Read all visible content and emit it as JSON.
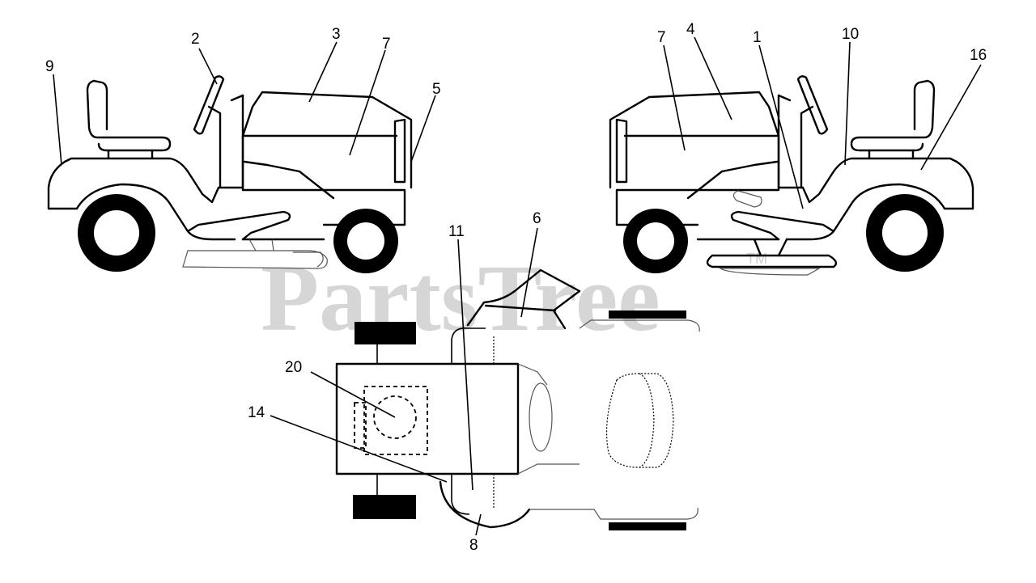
{
  "watermark": {
    "text": "PartsTree",
    "trademark": "TM"
  },
  "callouts": {
    "left": {
      "c9": "9",
      "c2": "2",
      "c3": "3",
      "c7": "7",
      "c5": "5"
    },
    "right": {
      "c7": "7",
      "c4": "4",
      "c1": "1",
      "c10": "10",
      "c16": "16"
    },
    "top_view": {
      "c6": "6",
      "c11": "11",
      "c20": "20",
      "c14": "14",
      "c8": "8"
    }
  }
}
